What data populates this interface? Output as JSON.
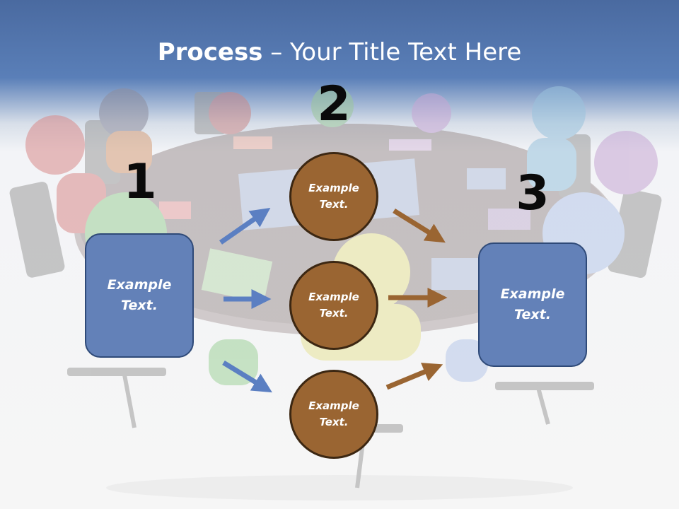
{
  "title": {
    "bold": "Process",
    "rest": " – Your Title Text Here"
  },
  "steps": {
    "one": {
      "number": "1",
      "text": "Example Text."
    },
    "two": {
      "number": "2",
      "circles": [
        "Example Text.",
        "Example Text.",
        "Example Text."
      ]
    },
    "three": {
      "number": "3",
      "text": "Example Text."
    }
  },
  "colors": {
    "header": "#5a7fb8",
    "box": "#6381b8",
    "circle": "#9a6532",
    "blue_arrow": "#5b7fc2",
    "brown_arrow": "#9a6532"
  }
}
